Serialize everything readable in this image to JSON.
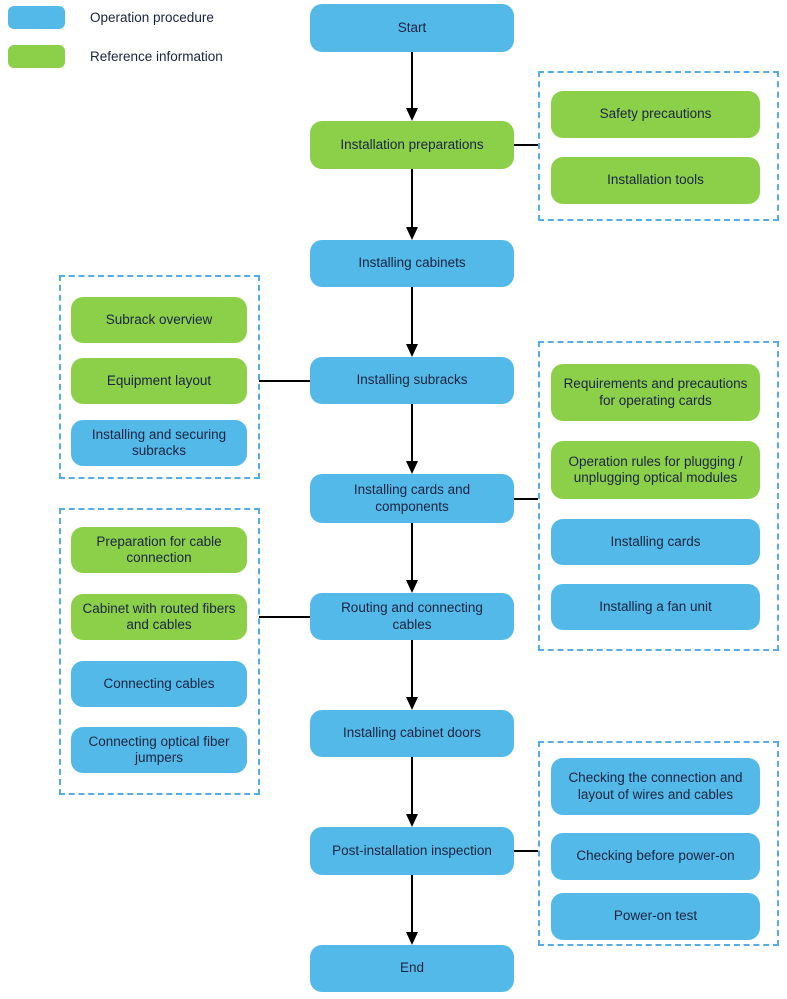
{
  "colors": {
    "operation_blue": "#53B9E9",
    "reference_green": "#8CD04A",
    "text": "#1A2440",
    "connector_black": "#000000",
    "group_border_blue": "#56ACE4"
  },
  "legend": [
    {
      "type": "operation",
      "label": "Operation procedure"
    },
    {
      "type": "reference",
      "label": "Reference information"
    }
  ],
  "main_flow": [
    {
      "label": "Start",
      "type": "operation"
    },
    {
      "label": "Installation preparations",
      "type": "reference"
    },
    {
      "label": "Installing cabinets",
      "type": "operation"
    },
    {
      "label": "Installing subracks",
      "type": "operation"
    },
    {
      "label": "Installing cards and components",
      "type": "operation"
    },
    {
      "label": "Routing and connecting cables",
      "type": "operation"
    },
    {
      "label": "Installing cabinet doors",
      "type": "operation"
    },
    {
      "label": "Post-installation inspection",
      "type": "operation"
    },
    {
      "label": "End",
      "type": "operation"
    }
  ],
  "reference_groups": [
    {
      "attached_to": "Installation preparations",
      "side": "right",
      "nodes": [
        {
          "label": "Safety precautions",
          "type": "reference"
        },
        {
          "label": "Installation tools",
          "type": "reference"
        }
      ]
    },
    {
      "attached_to": "Installing subracks",
      "side": "left",
      "nodes": [
        {
          "label": "Subrack overview",
          "type": "reference"
        },
        {
          "label": "Equipment layout",
          "type": "reference"
        },
        {
          "label": "Installing and securing subracks",
          "type": "operation"
        }
      ]
    },
    {
      "attached_to": "Installing cards and components",
      "side": "right",
      "nodes": [
        {
          "label": "Requirements and precautions for operating cards",
          "type": "reference"
        },
        {
          "label": "Operation rules for plugging / unplugging optical modules",
          "type": "reference"
        },
        {
          "label": "Installing cards",
          "type": "operation"
        },
        {
          "label": "Installing a fan unit",
          "type": "operation"
        }
      ]
    },
    {
      "attached_to": "Routing and connecting cables",
      "side": "left",
      "nodes": [
        {
          "label": "Preparation for cable connection",
          "type": "reference"
        },
        {
          "label": "Cabinet with routed fibers and cables",
          "type": "reference"
        },
        {
          "label": "Connecting cables",
          "type": "operation"
        },
        {
          "label": "Connecting optical fiber jumpers",
          "type": "operation"
        }
      ]
    },
    {
      "attached_to": "Post-installation inspection",
      "side": "right",
      "nodes": [
        {
          "label": "Checking the connection and layout of wires and cables",
          "type": "operation"
        },
        {
          "label": "Checking before power-on",
          "type": "operation"
        },
        {
          "label": "Power-on test",
          "type": "operation"
        }
      ]
    }
  ]
}
